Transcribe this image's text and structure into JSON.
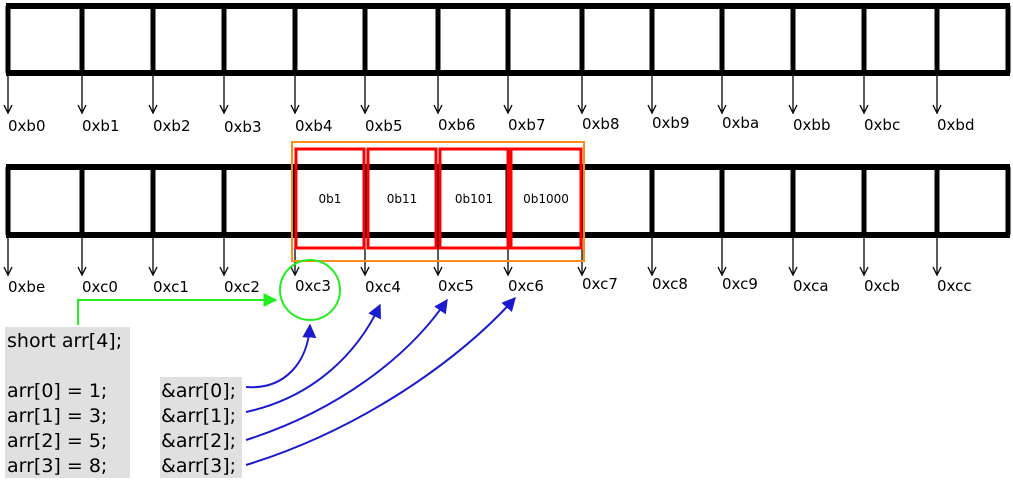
{
  "row1": {
    "addresses": [
      "0xb0",
      "0xb1",
      "0xb2",
      "0xb3",
      "0xb4",
      "0xb5",
      "0xb6",
      "0xb7",
      "0xb8",
      "0xb9",
      "0xba",
      "0xbb",
      "0xbc",
      "0xbd"
    ]
  },
  "row2": {
    "addresses": [
      "0xbe",
      "0xc0",
      "0xc1",
      "0xc2",
      "0xc3",
      "0xc4",
      "0xc5",
      "0xc6",
      "0xc7",
      "0xc8",
      "0xc9",
      "0xca",
      "0xcb",
      "0xcc"
    ],
    "cell_values": [
      "0b1",
      "0b11",
      "0b101",
      "0b1000"
    ]
  },
  "code": {
    "declaration": "short arr[4];",
    "assignments": [
      "arr[0] = 1;",
      "arr[1] = 3;",
      "arr[2] = 5;",
      "arr[3] = 8;"
    ],
    "address_exprs": [
      "&arr[0];",
      "&arr[1];",
      "&arr[2];",
      "&arr[3];"
    ]
  },
  "colors": {
    "cell_border": "#000000",
    "element_border": "#ff0000",
    "array_border": "#ff8c1a",
    "first_element_pointer": "#22ee22",
    "address_pointer": "#1a1ad0",
    "code_background": "#e0e0e0"
  }
}
